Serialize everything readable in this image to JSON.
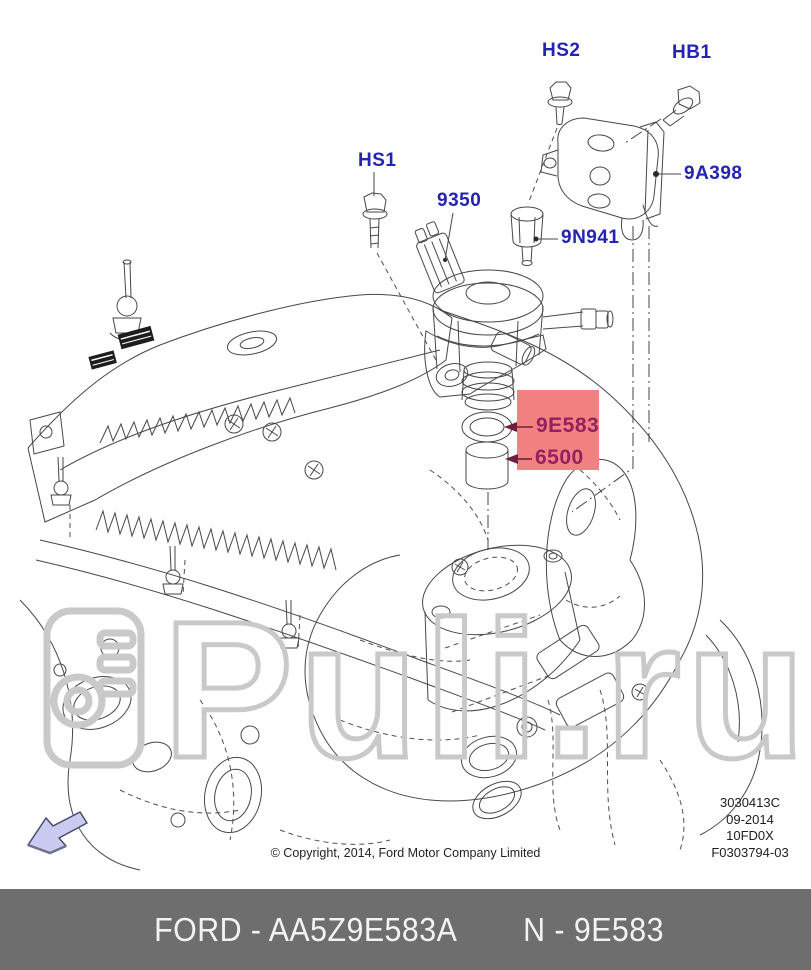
{
  "diagram": {
    "callouts": {
      "hs1": "HS1",
      "hs2": "HS2",
      "hb1": "HB1",
      "pump": "9350",
      "nut": "9N941",
      "bracket": "9A398",
      "oring": "9E583",
      "spacer": "6500"
    },
    "ref_block": {
      "lines": [
        "3030413C",
        "09-2014",
        "10FD0X",
        "F0303794-03"
      ]
    },
    "copyright": "© Copyright, 2014, Ford Motor Company Limited",
    "watermark": {
      "text": "Puli.ru",
      "icon": "puli-logo-icon"
    },
    "footer": {
      "brand_part": "FORD - AA5Z9E583A",
      "catalog_ref": "N - 9E583"
    },
    "colors": {
      "callout_blue": "#2323b4",
      "highlight_bg": "#f38181",
      "highlight_text": "#93215f",
      "footer_bg": "#6e6e6e",
      "footer_text": "#f3f3f3",
      "watermark_gray": "#c9c9c9",
      "line_art": "#474747",
      "arrow_fill": "#c9cbf0"
    }
  }
}
